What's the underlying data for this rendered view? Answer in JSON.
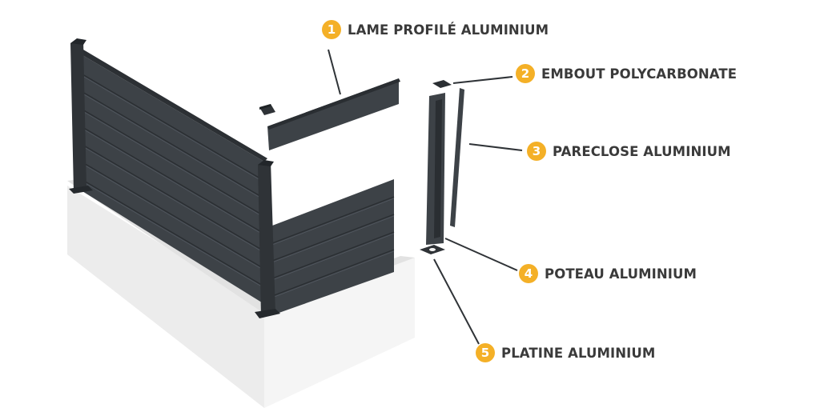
{
  "colors": {
    "accent": "#f4b027",
    "aluminium": "#3d4247",
    "text": "#3a3a3a"
  },
  "callouts": [
    {
      "number": "1",
      "text": "LAME PROFILÉ ALUMINIUM"
    },
    {
      "number": "2",
      "text": "EMBOUT POLYCARBONATE"
    },
    {
      "number": "3",
      "text": "PARECLOSE ALUMINIUM"
    },
    {
      "number": "4",
      "text": "POTEAU ALUMINIUM"
    },
    {
      "number": "5",
      "text": "PLATINE ALUMINIUM"
    }
  ]
}
